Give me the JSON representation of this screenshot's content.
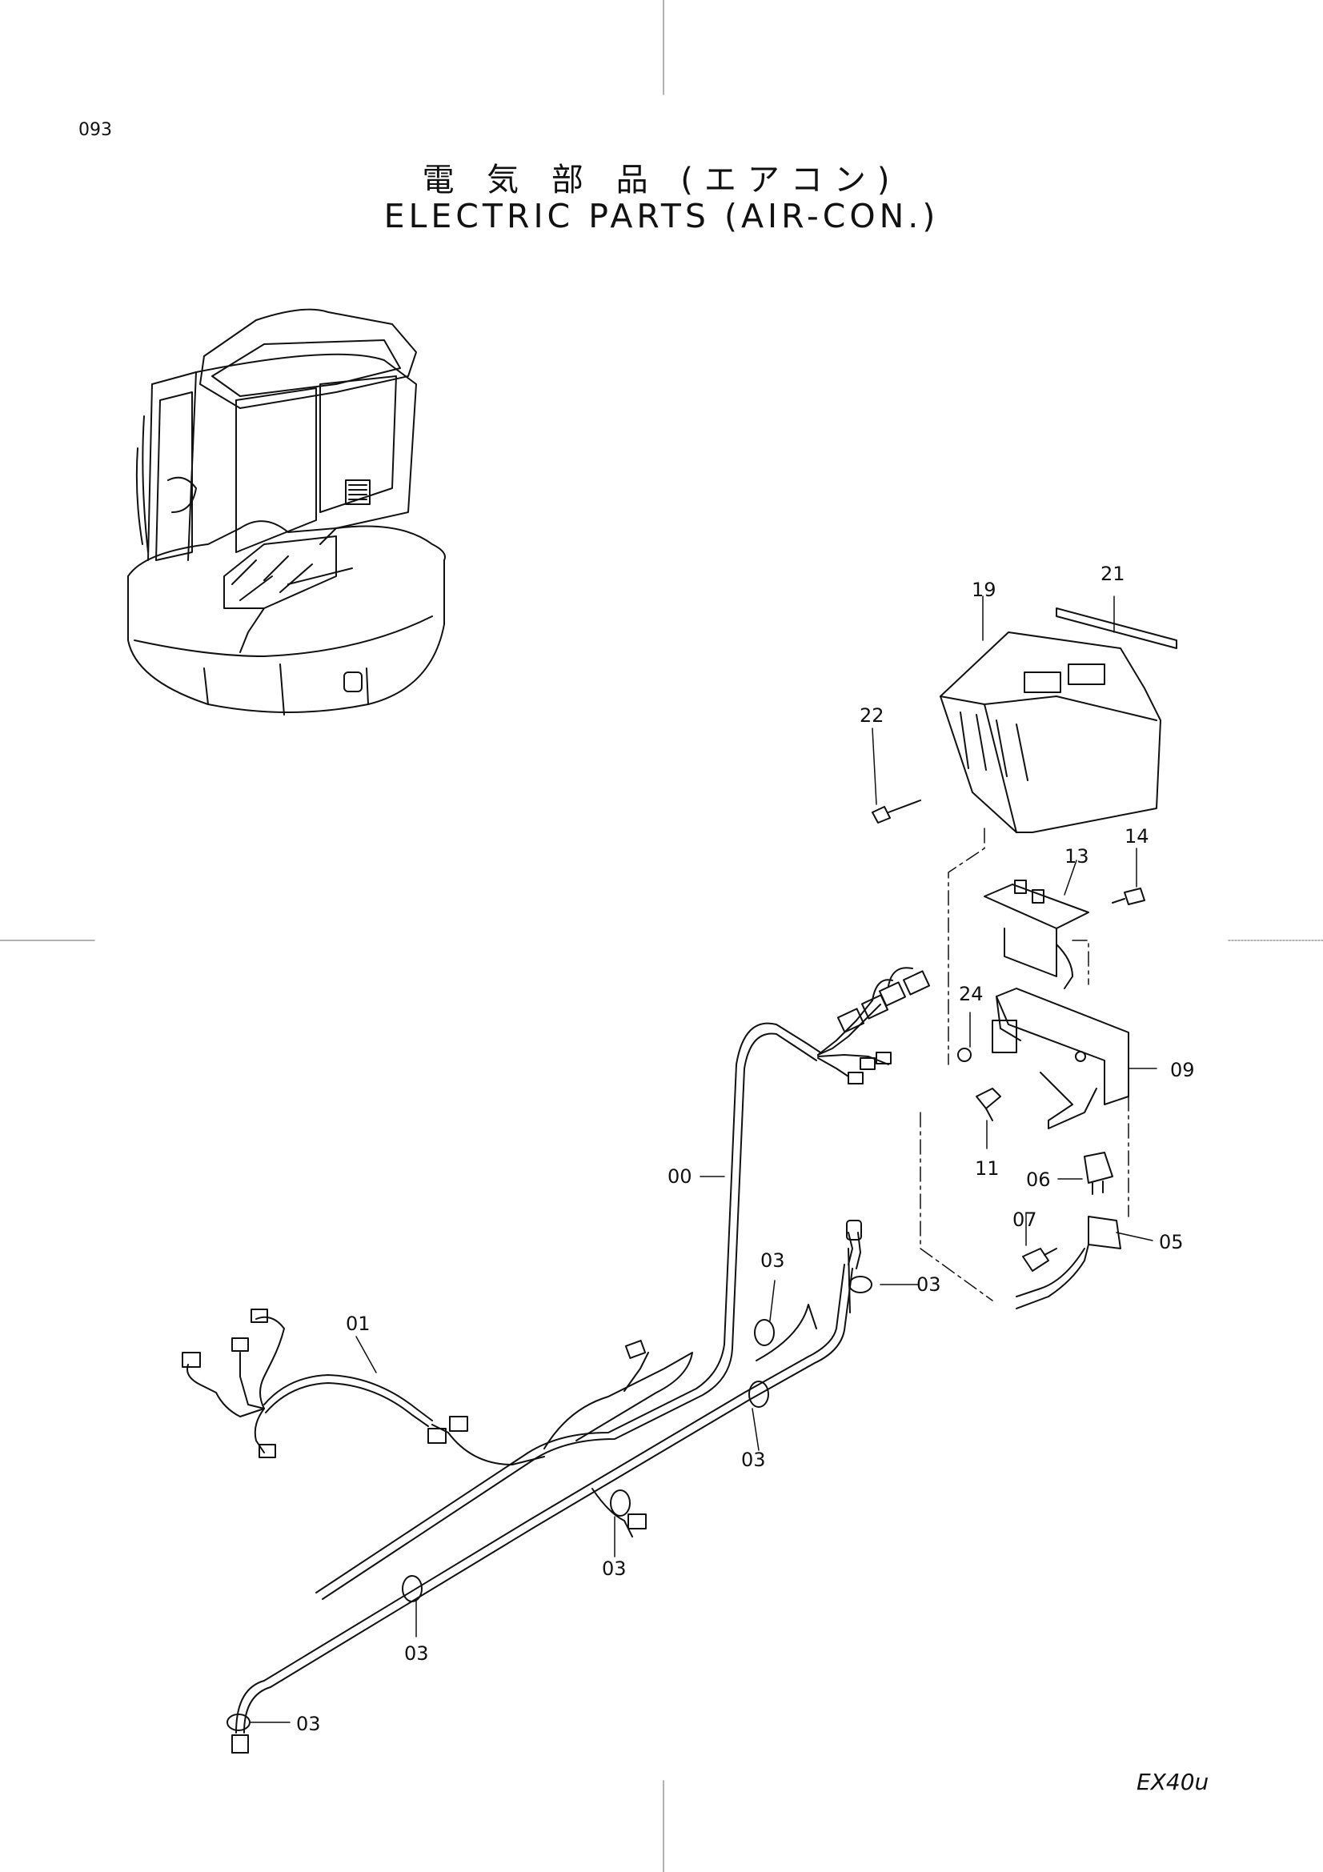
{
  "header": {
    "page_number": "093",
    "title_jp": "電 気 部 品 (エアコン)",
    "title_en": "ELECTRIC PARTS (AIR-CON.)"
  },
  "footer": {
    "model": "EX40u"
  },
  "callouts": [
    "00",
    "01",
    "03",
    "05",
    "06",
    "07",
    "09",
    "11",
    "13",
    "14",
    "19",
    "21",
    "22",
    "24"
  ],
  "colors": {
    "line": "#111111",
    "background": "#ffffff"
  }
}
